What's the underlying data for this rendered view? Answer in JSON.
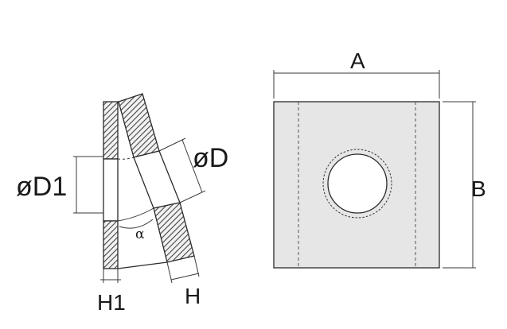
{
  "diagram": {
    "left_view": {
      "labels": {
        "d1": "øD1",
        "d": "øD",
        "h1": "H1",
        "h": "H",
        "alpha": "α"
      }
    },
    "right_view": {
      "labels": {
        "a": "A",
        "b": "B"
      },
      "plate_fill": "#e6e6e6"
    },
    "colors": {
      "hatch": "#444444",
      "outline": "#2a2a2a"
    }
  }
}
